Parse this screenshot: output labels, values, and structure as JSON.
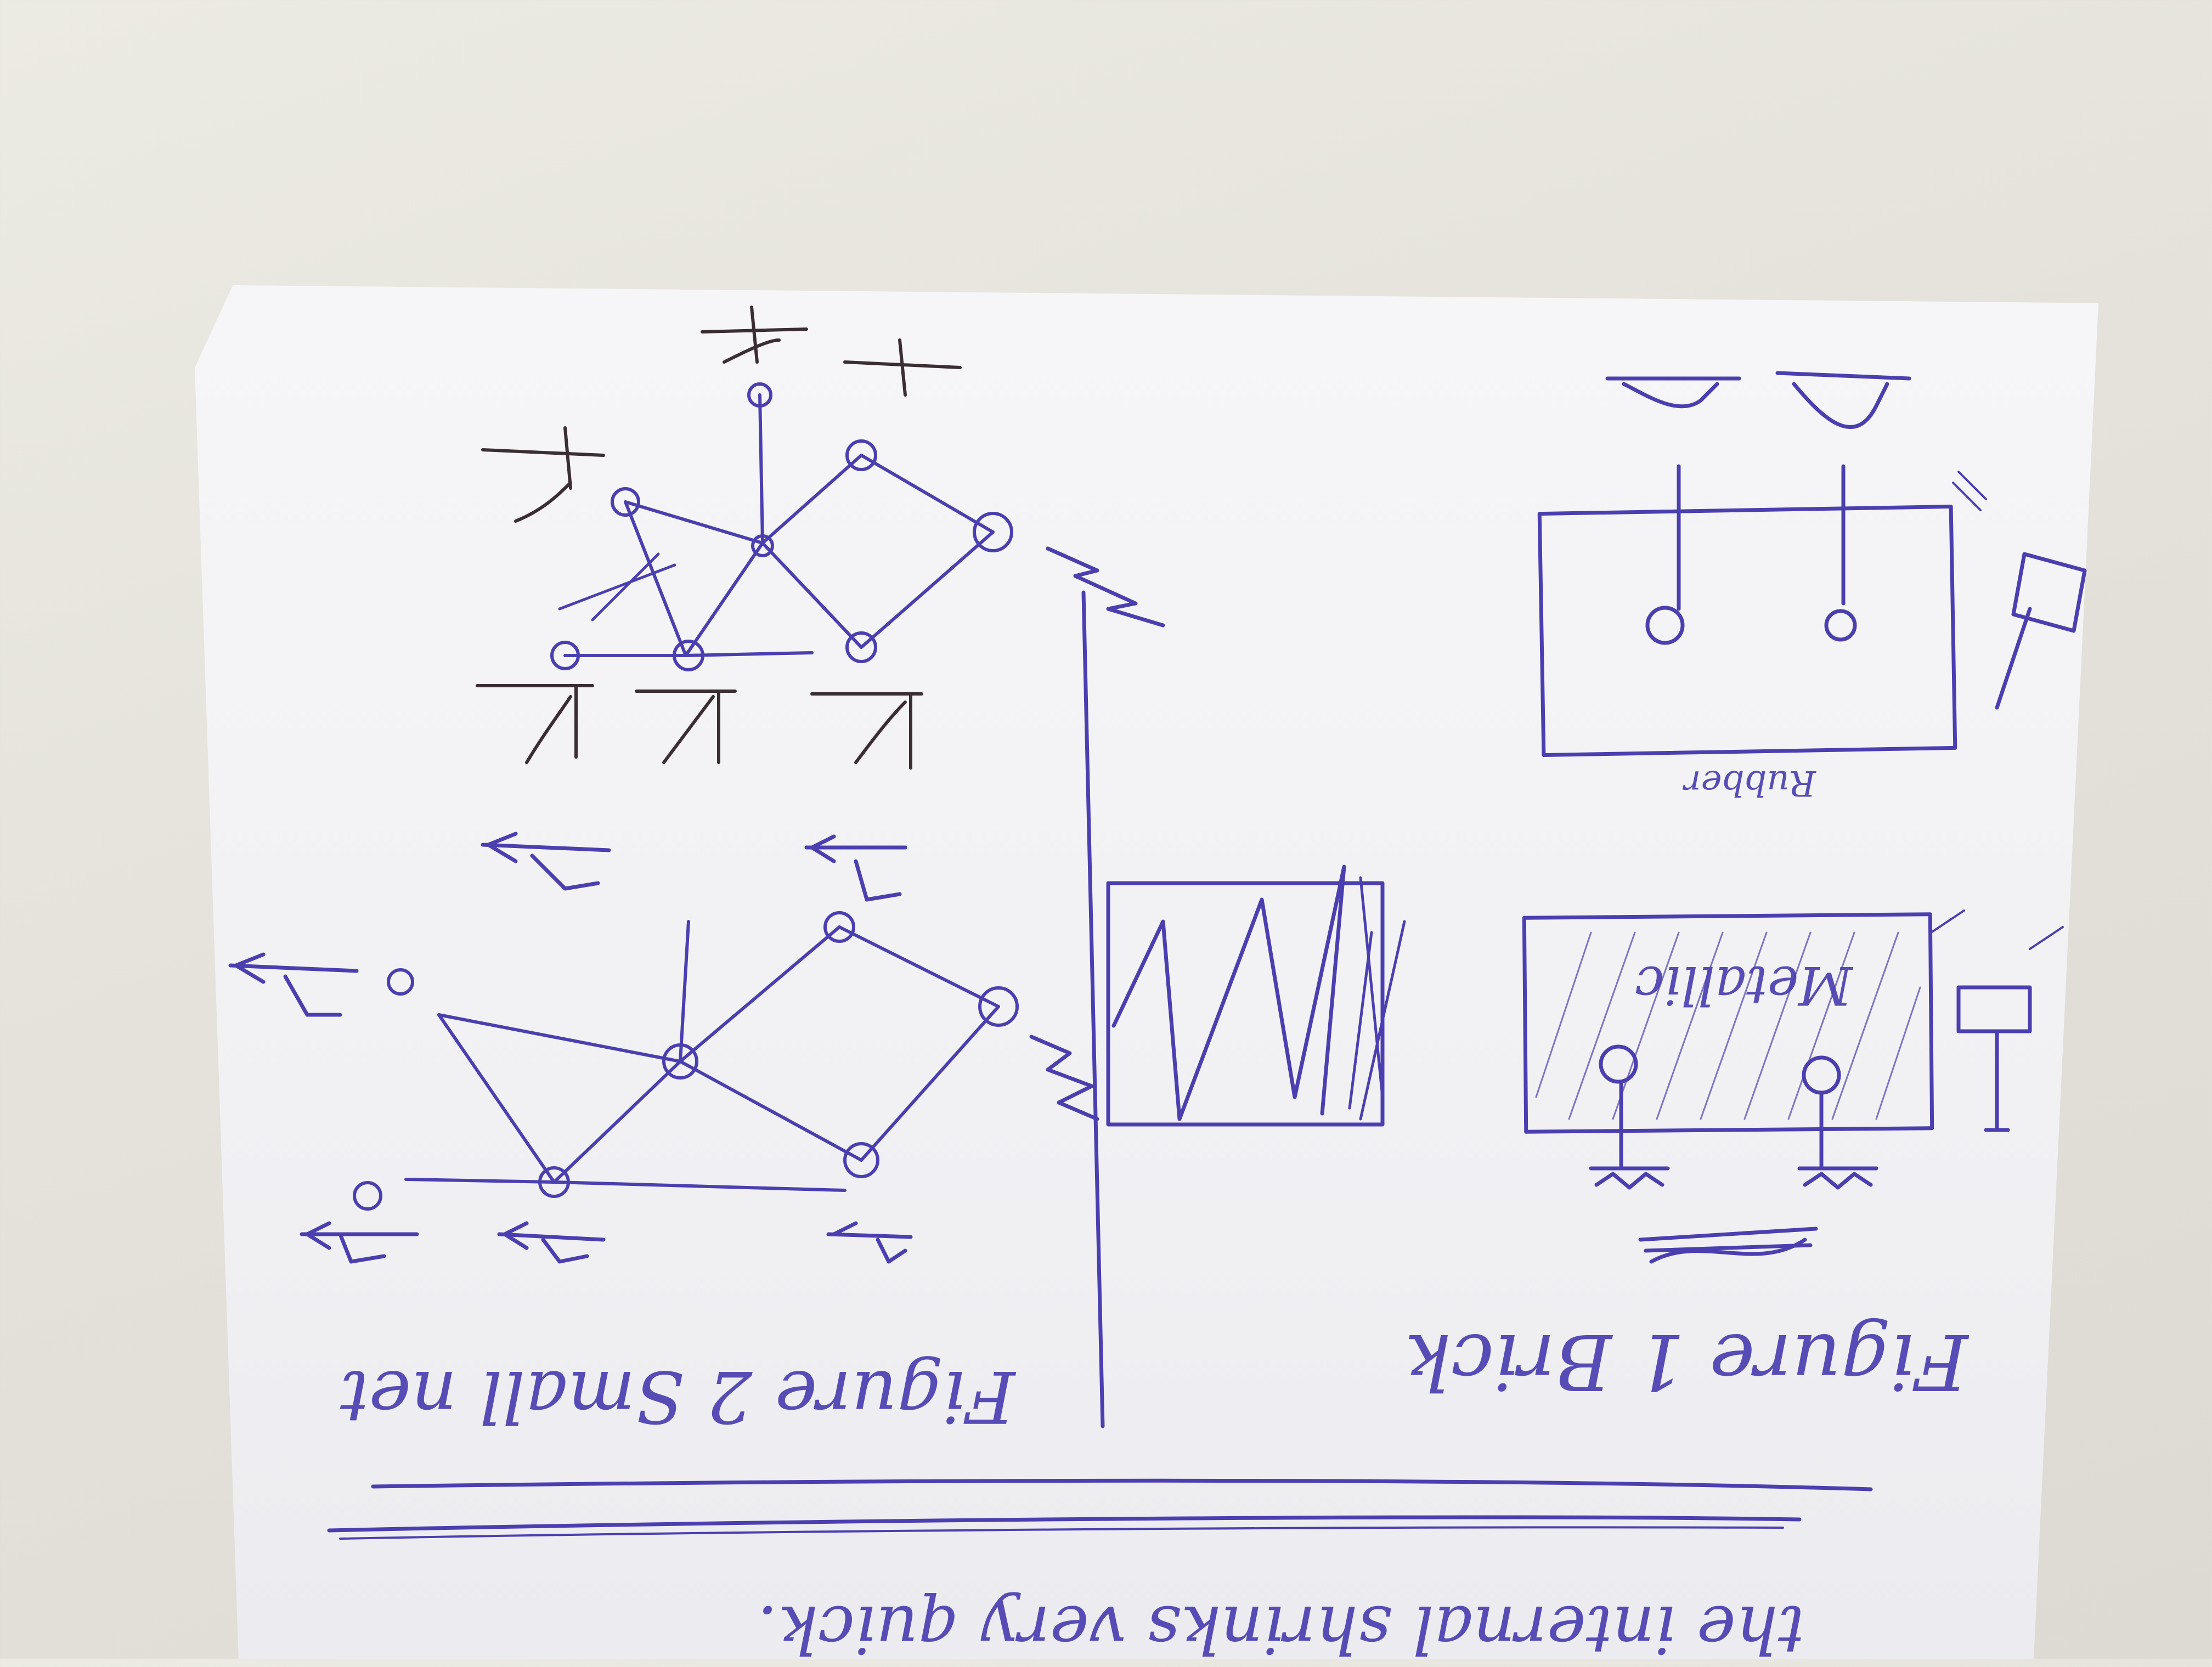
{
  "photo": {
    "subject": "handwritten note sketch on paper, photographed upside down",
    "ink_color": "#4b3fb0",
    "paper_color": "#f3f3f6",
    "background_color": "#e6e4dc"
  },
  "handwriting": {
    "figure1_caption": "Figure 1 Brick",
    "figure2_caption": "Figure 2 Small net",
    "rubber_label": "Rubber",
    "metallic_label": "Metallic",
    "footer_note": "the internal shrinks very quick."
  }
}
